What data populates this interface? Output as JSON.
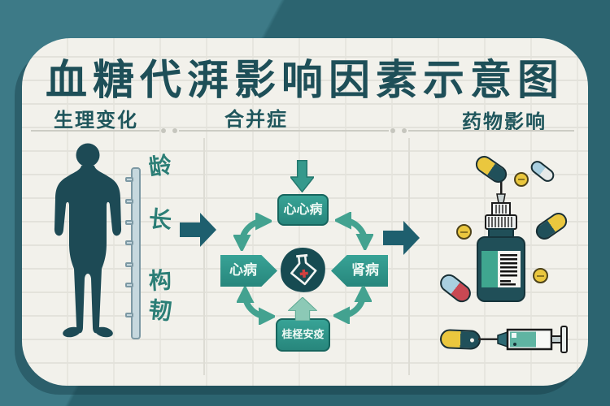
{
  "title": "血糖代湃影响因素示意图",
  "sections": {
    "physiology": {
      "label": "生理变化",
      "ruler_labels": [
        "龄",
        "长",
        "构",
        "韧"
      ]
    },
    "comorbidity": {
      "label": "合并症",
      "nodes": {
        "top": "心心病",
        "left": "心病",
        "right": "肾病",
        "bottom": "桂柽安疫"
      }
    },
    "medication": {
      "label": "药物影响"
    }
  },
  "icons": [
    "human-silhouette",
    "growth-ruler",
    "flow-arrow",
    "down-arrow",
    "up-arrow",
    "cycle-arrow",
    "blood-flask",
    "medicine-bottle",
    "capsule-pill",
    "tablet-pill",
    "syringe"
  ],
  "colors": {
    "bg-outer-light": "#3d7a87",
    "bg-outer-dark": "#2c6470",
    "panel": "#f2f1eb",
    "ink": "#1e4f58",
    "node-teal": "#2e968b",
    "node-border": "#17655e",
    "cycle-arrow": "#43a290",
    "flow-arrow": "#1e5f6e",
    "silhouette": "#1d4a55",
    "pill-yellow": "#eac73e",
    "pill-teal": "#20505a",
    "pill-blue": "#a9cfe0",
    "pill-red": "#c94853",
    "bottle": "#204f58",
    "label-teal": "#3fa68f"
  }
}
